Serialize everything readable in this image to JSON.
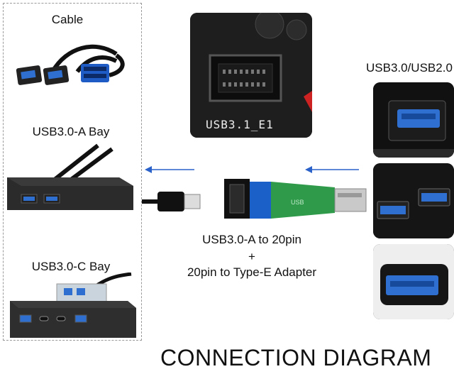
{
  "left_panel": {
    "cable_label": "Cable",
    "a_bay_label": "USB3.0-A Bay",
    "c_bay_label": "USB3.0-C Bay"
  },
  "motherboard": {
    "header_label": "USB3.1_E1"
  },
  "right_panel": {
    "port_label": "USB3.0/USB2.0"
  },
  "adapter": {
    "caption_line1": "USB3.0-A to 20pin",
    "caption_line2": "+",
    "caption_line3": "20pin to Type-E Adapter"
  },
  "diagram_title": "CONNECTION DIAGRAM",
  "colors": {
    "usb_blue": "#2f6fd0",
    "arrow_blue": "#2a62c9",
    "pcb_green": "#2e9a4a"
  }
}
